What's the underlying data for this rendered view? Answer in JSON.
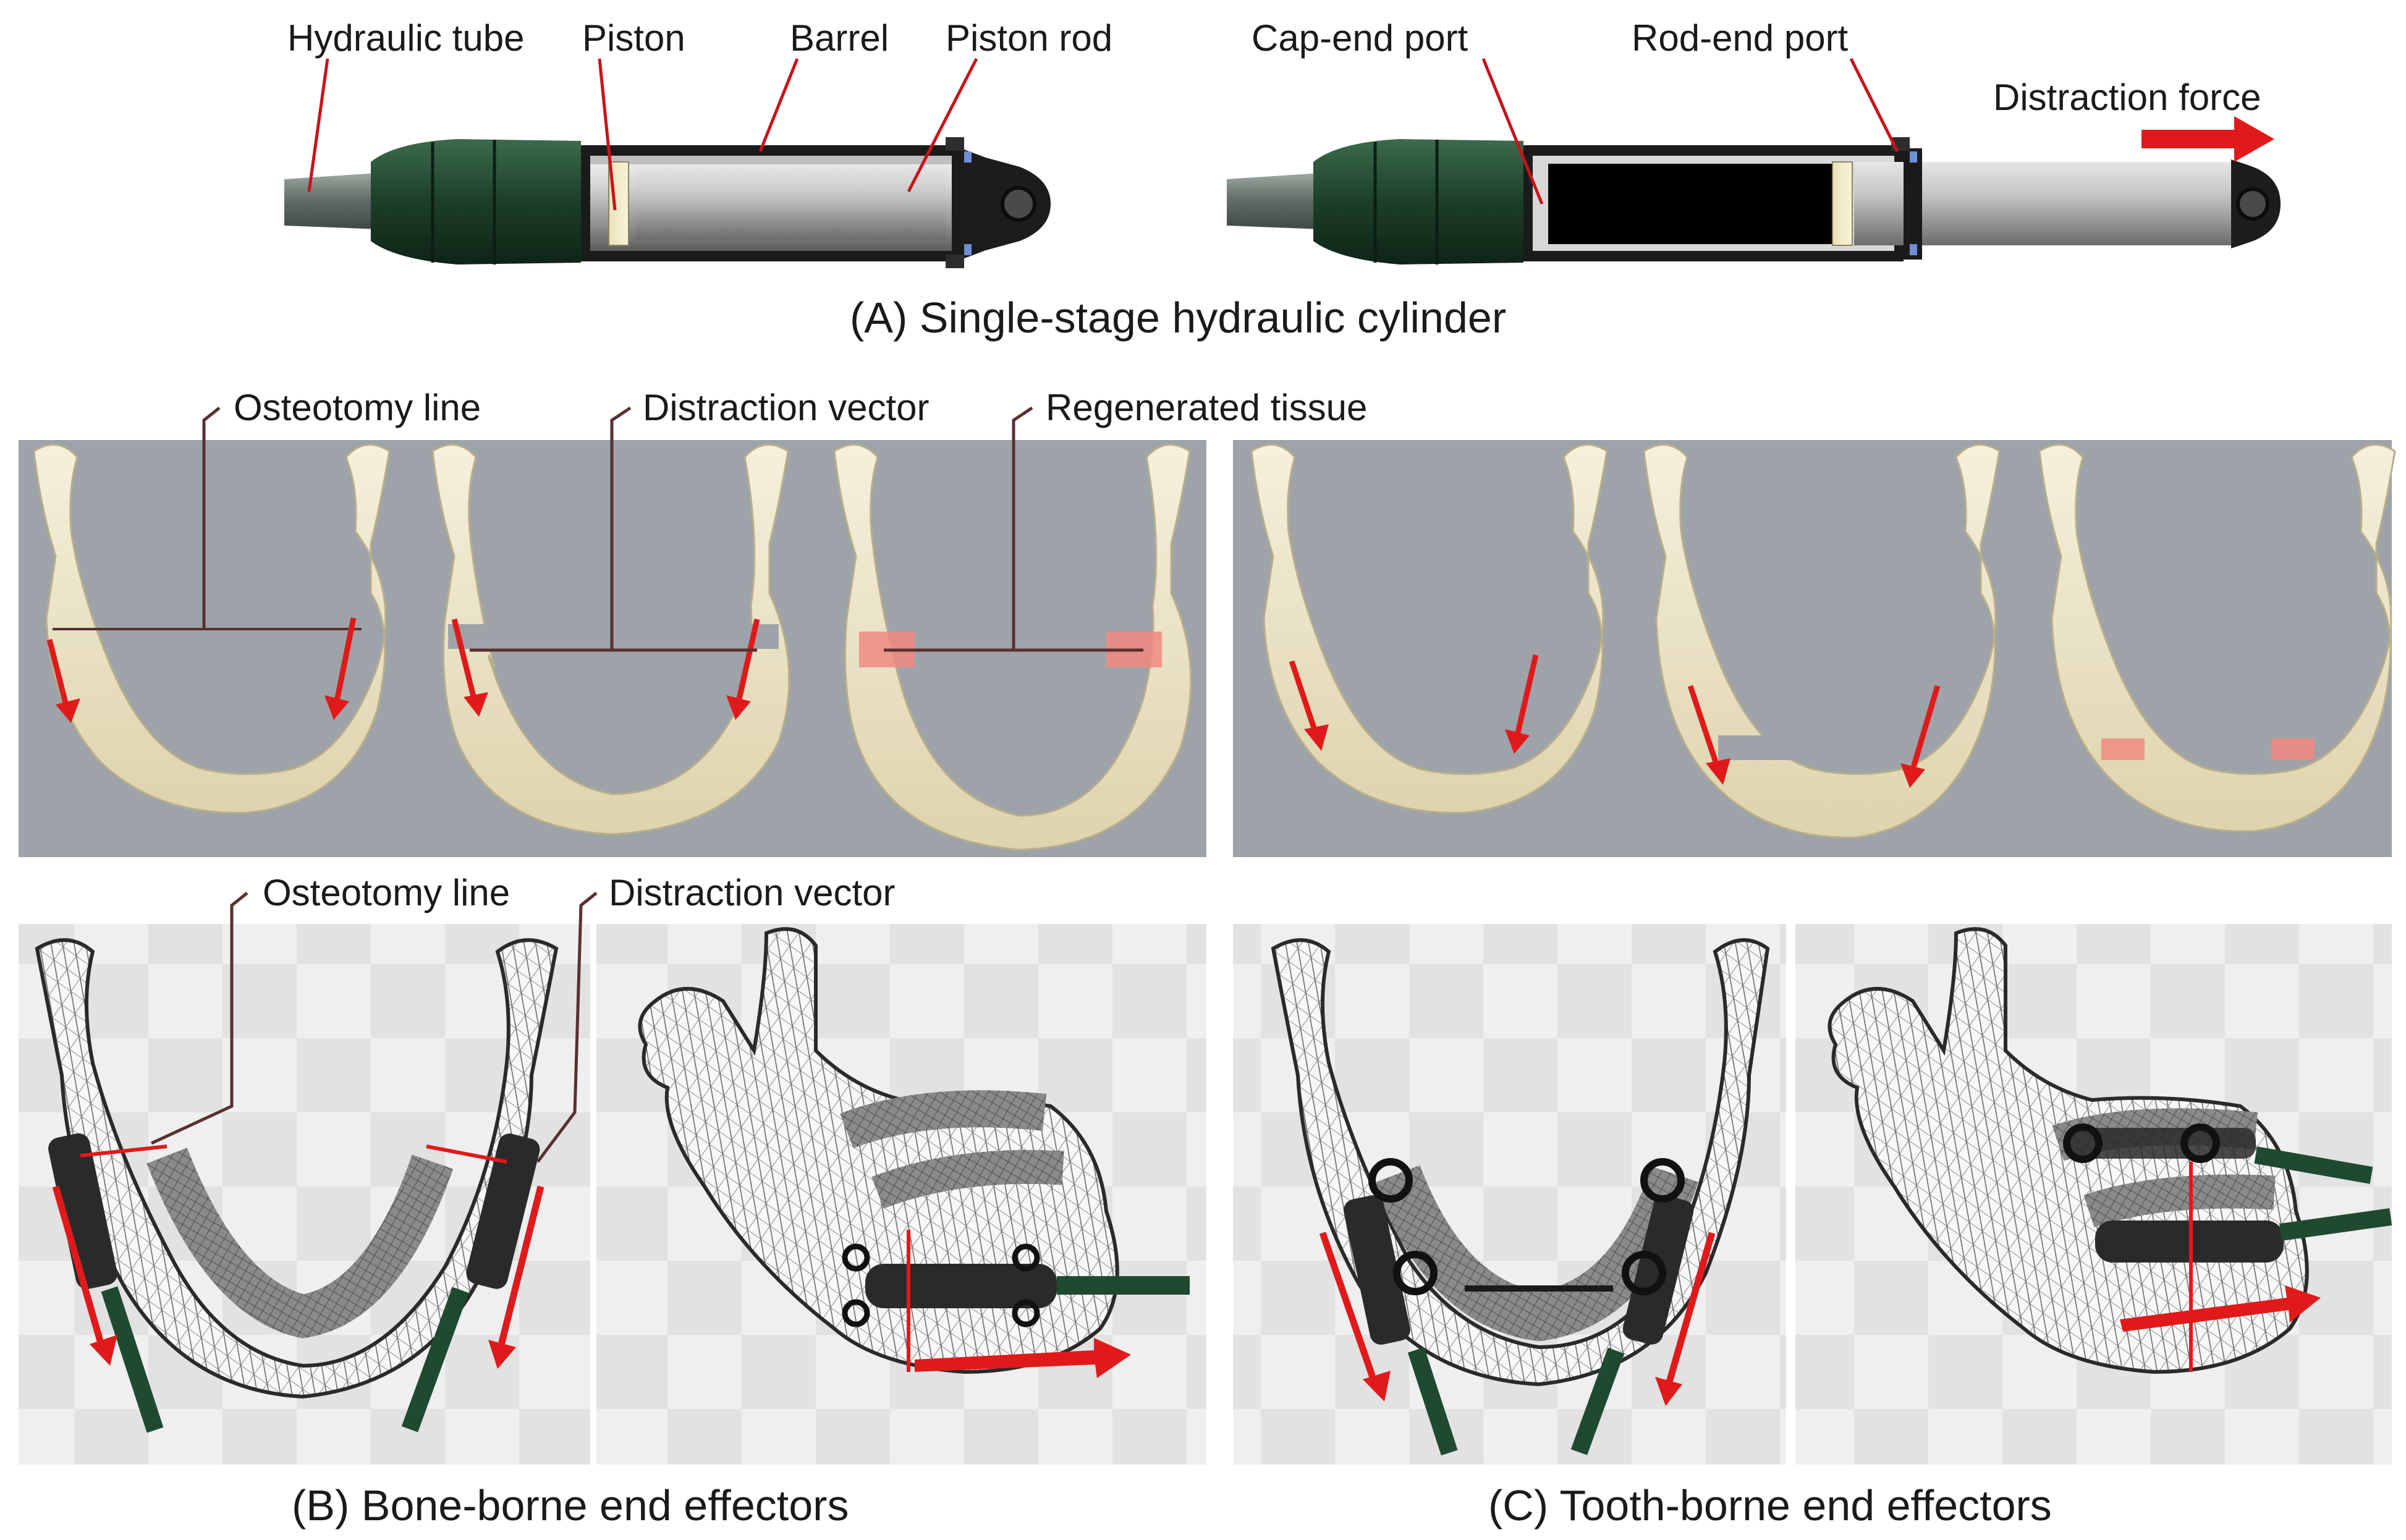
{
  "panel_a": {
    "caption": "(A) Single-stage hydraulic cylinder",
    "labels": {
      "hydraulic_tube": "Hydraulic tube",
      "piston": "Piston",
      "barrel": "Barrel",
      "piston_rod": "Piston rod",
      "cap_end_port": "Cap-end port",
      "rod_end_port": "Rod-end port",
      "distraction_force": "Distraction force"
    }
  },
  "middle_row": {
    "labels": {
      "osteotomy_line": "Osteotomy line",
      "distraction_vector": "Distraction vector",
      "regenerated_tissue": "Regenerated tissue"
    }
  },
  "panel_b": {
    "caption": "(B) Bone-borne end effectors",
    "labels": {
      "osteotomy_line": "Osteotomy line",
      "distraction_vector": "Distraction vector"
    }
  },
  "panel_c": {
    "caption": "(C) Tooth-borne end effectors"
  },
  "colors": {
    "red": "#e01a1a",
    "dark_green": "#1f4a30",
    "panel_gray": "#9aa0a6",
    "bone": "#efe6c8",
    "regenerated": "#f08a80"
  }
}
